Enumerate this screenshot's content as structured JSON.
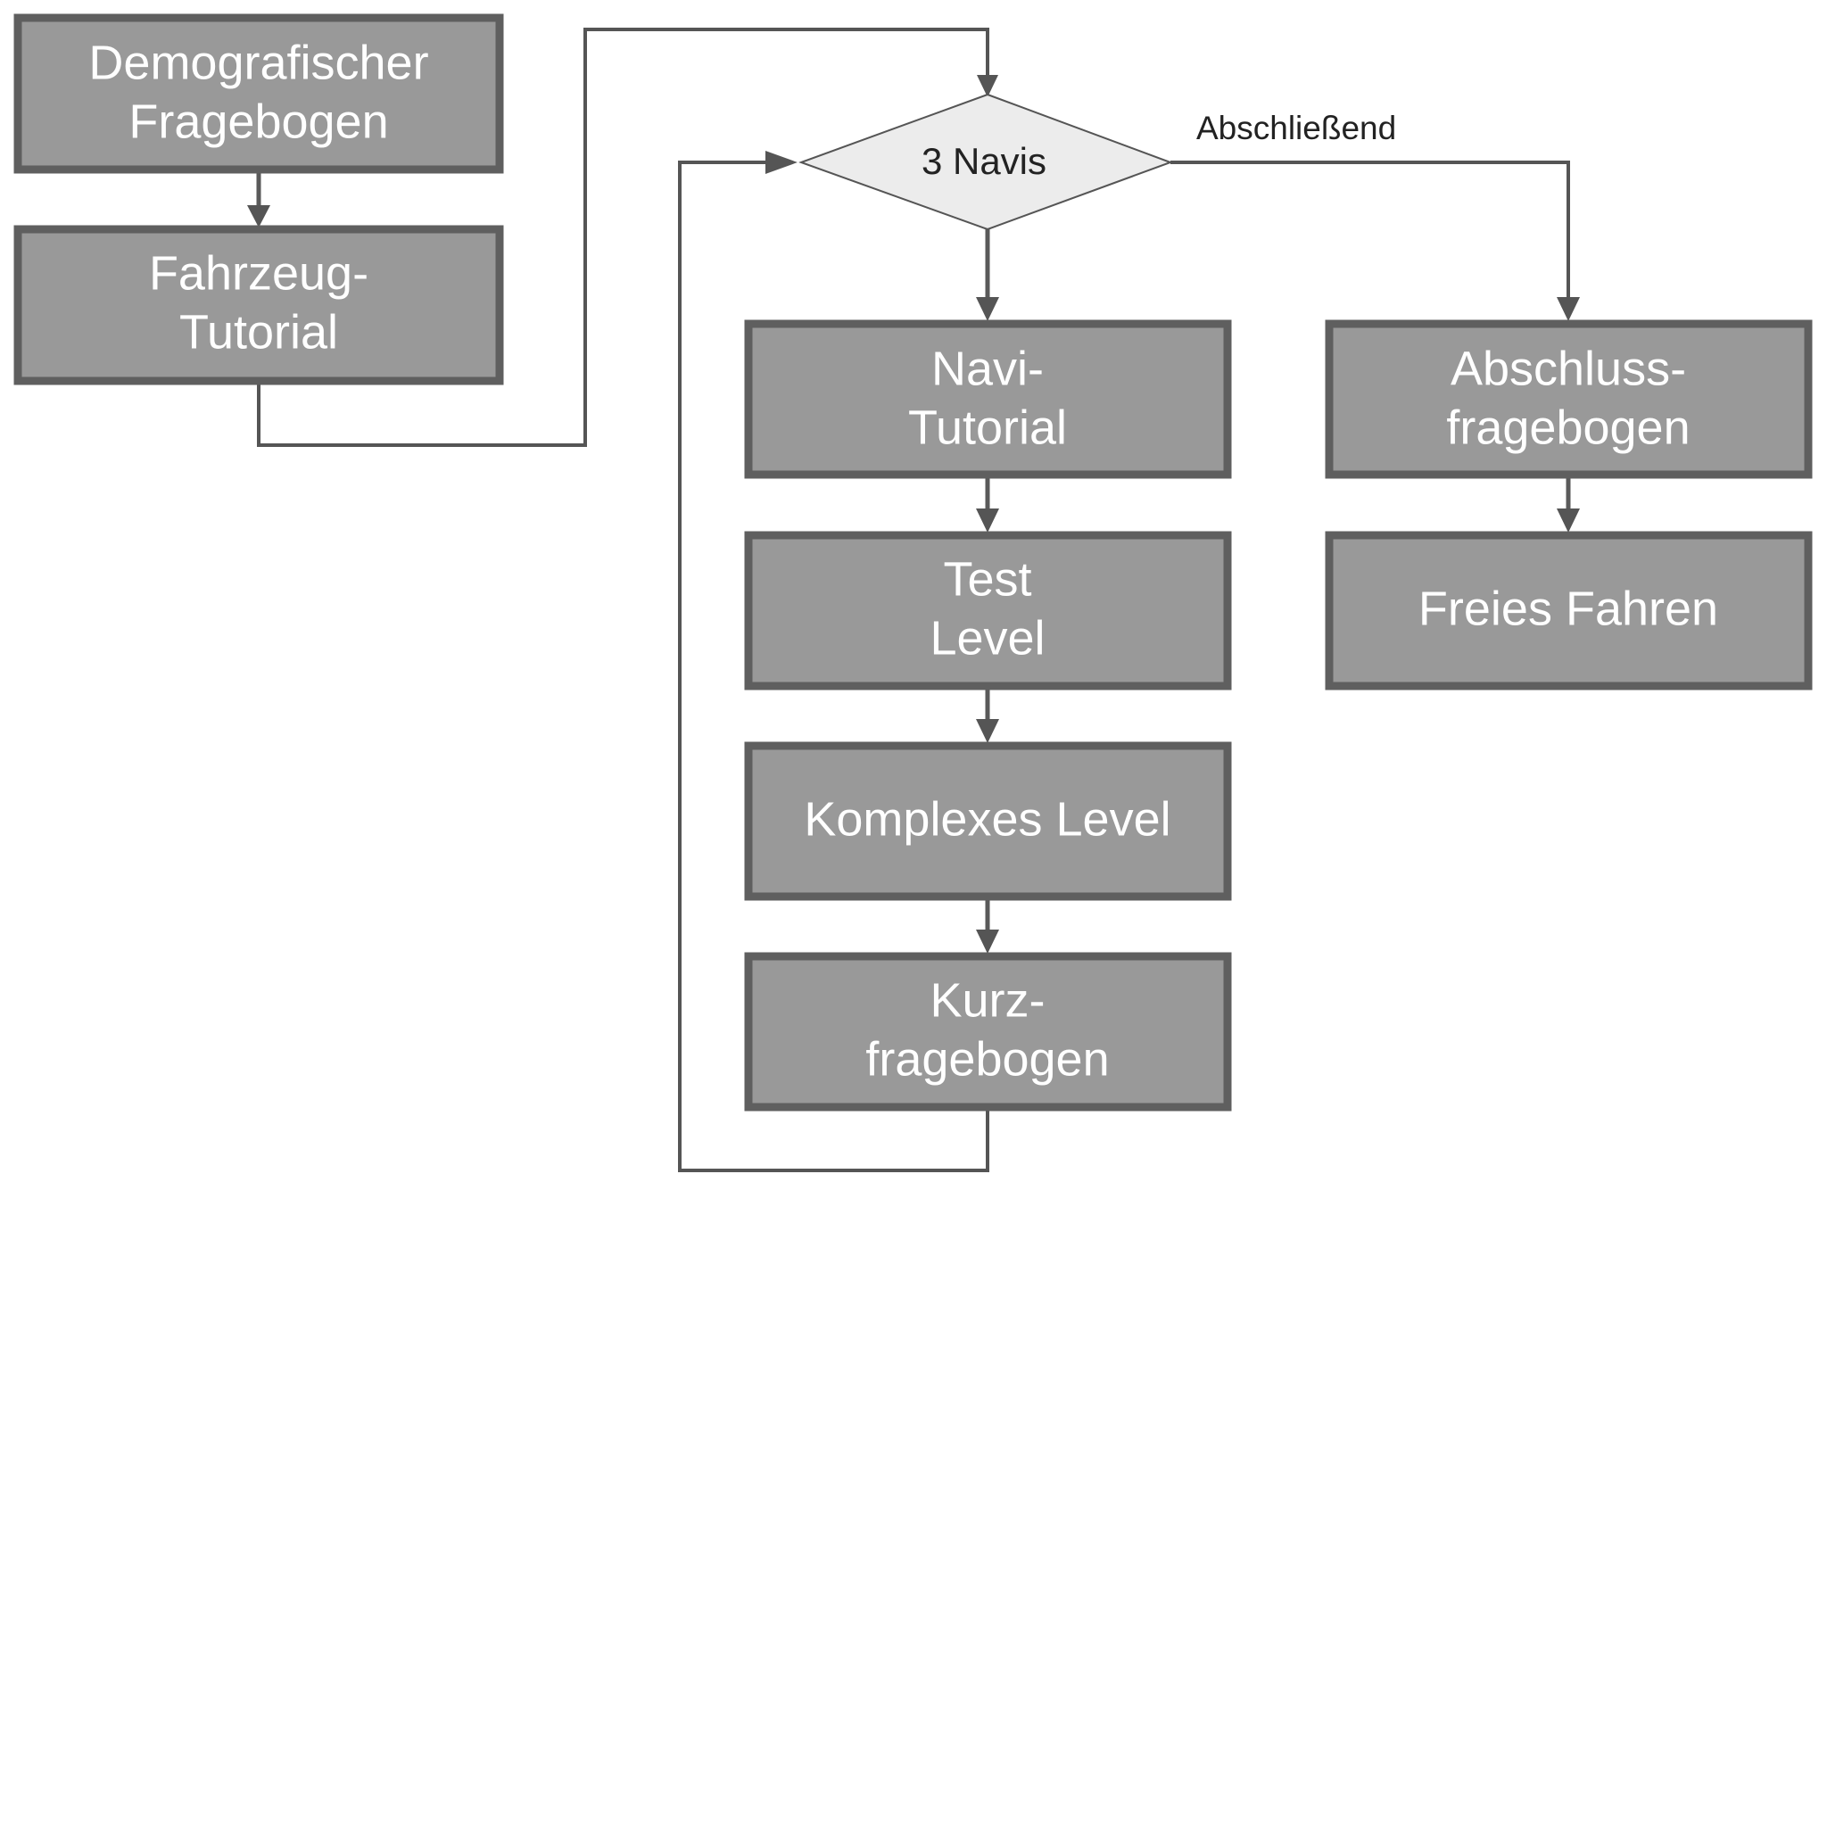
{
  "diagram": {
    "decision": {
      "label": "3 Navis"
    },
    "edge_label": "Abschließend",
    "boxes": {
      "demografischer_fragebogen": [
        "Demografischer",
        "Fragebogen"
      ],
      "fahrzeug_tutorial": [
        "Fahrzeug-",
        "Tutorial"
      ],
      "navi_tutorial": [
        "Navi-",
        "Tutorial"
      ],
      "test_level": [
        "Test",
        "Level"
      ],
      "komplexes_level": [
        "Komplexes Level"
      ],
      "kurzfragebogen": [
        "Kurz-",
        "fragebogen"
      ],
      "abschlussfragebogen": [
        "Abschluss-",
        "fragebogen"
      ],
      "freies_fahren": [
        "Freies Fahren"
      ]
    },
    "colors": {
      "box_fill": "#999999",
      "box_border": "#5f5f5f",
      "diamond_fill": "#ececec",
      "connector": "#555555",
      "box_text": "#ffffff"
    }
  }
}
